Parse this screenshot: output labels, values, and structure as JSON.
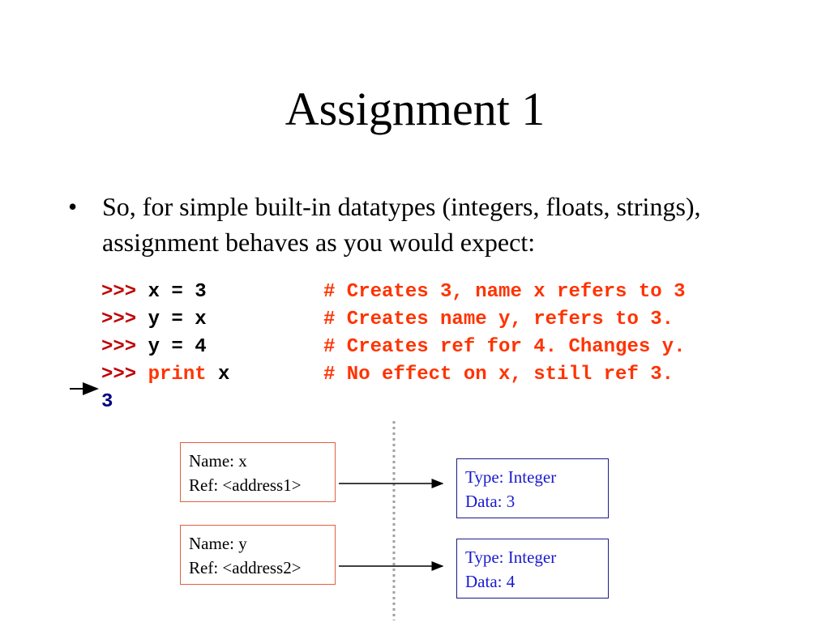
{
  "slide": {
    "title": "Assignment 1",
    "bullet_symbol": "•",
    "bullet_text": "So, for simple built-in datatypes (integers, floats, strings), assignment behaves as you would expect:"
  },
  "code": {
    "lines": [
      {
        "prompt": ">>>",
        "command": " x = 3",
        "keyword": "",
        "arg": "",
        "comment": "# Creates 3, name x refers to 3"
      },
      {
        "prompt": ">>>",
        "command": " y = x",
        "keyword": "",
        "arg": "",
        "comment": "# Creates name y, refers to 3."
      },
      {
        "prompt": ">>>",
        "command": " y = 4",
        "keyword": "",
        "arg": "",
        "comment": "# Creates ref for 4. Changes y."
      },
      {
        "prompt": ">>>",
        "command": " ",
        "keyword": "print",
        "arg": " x",
        "comment": "# No effect on x, still ref 3."
      }
    ],
    "output": "3"
  },
  "diagram": {
    "names": [
      {
        "line1": "Name: x",
        "line2": "Ref: <address1>"
      },
      {
        "line1": "Name: y",
        "line2": "Ref: <address2>"
      }
    ],
    "objects": [
      {
        "line1": "Type: Integer",
        "line2": "Data: 3"
      },
      {
        "line1": "Type: Integer",
        "line2": "Data: 4"
      }
    ]
  },
  "colors": {
    "prompt": "#c00000",
    "keyword_and_comment": "#ff3300",
    "output": "#000080",
    "name_box_border": "#e06040",
    "object_box_border": "#1a1a8c",
    "object_text": "#1a1ad0"
  }
}
